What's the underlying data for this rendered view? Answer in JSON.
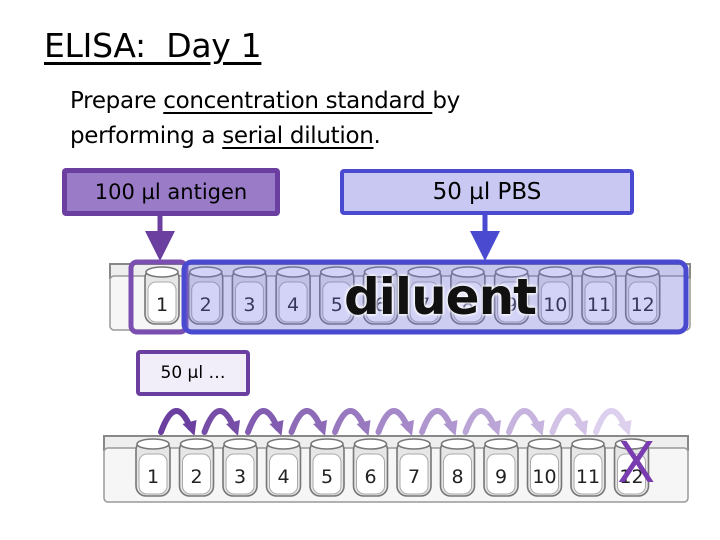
{
  "slide": {
    "title": "ELISA:  Day 1",
    "subtitle_parts": {
      "p1": "Prepare ",
      "p2": "concentration standard ",
      "p3": "by",
      "p4": "performing a ",
      "p5": "serial dilution",
      "p6": "."
    }
  },
  "boxes": {
    "antigen": "100 µl antigen",
    "pbs": "50 µl PBS",
    "transfer": "50 µl …"
  },
  "diluent_label": "diluent",
  "discard_mark": "X",
  "top_strip": {
    "wells": [
      "1",
      "2",
      "3",
      "4",
      "5",
      "6",
      "7",
      "8",
      "9",
      "10",
      "11",
      "12"
    ]
  },
  "bottom_strip": {
    "wells": [
      "1",
      "2",
      "3",
      "4",
      "5",
      "6",
      "7",
      "8",
      "9",
      "10",
      "11",
      "12"
    ]
  },
  "colors": {
    "antigen_fill": "#9a7bc7",
    "antigen_border": "#6a3fa0",
    "pbs_fill": "#c8c8f2",
    "pbs_border": "#4a4ad0",
    "diluent_region": "#4a4ad0",
    "arrow_dark": "#6a3fa0",
    "arrow_light": "#ddd0ee"
  }
}
